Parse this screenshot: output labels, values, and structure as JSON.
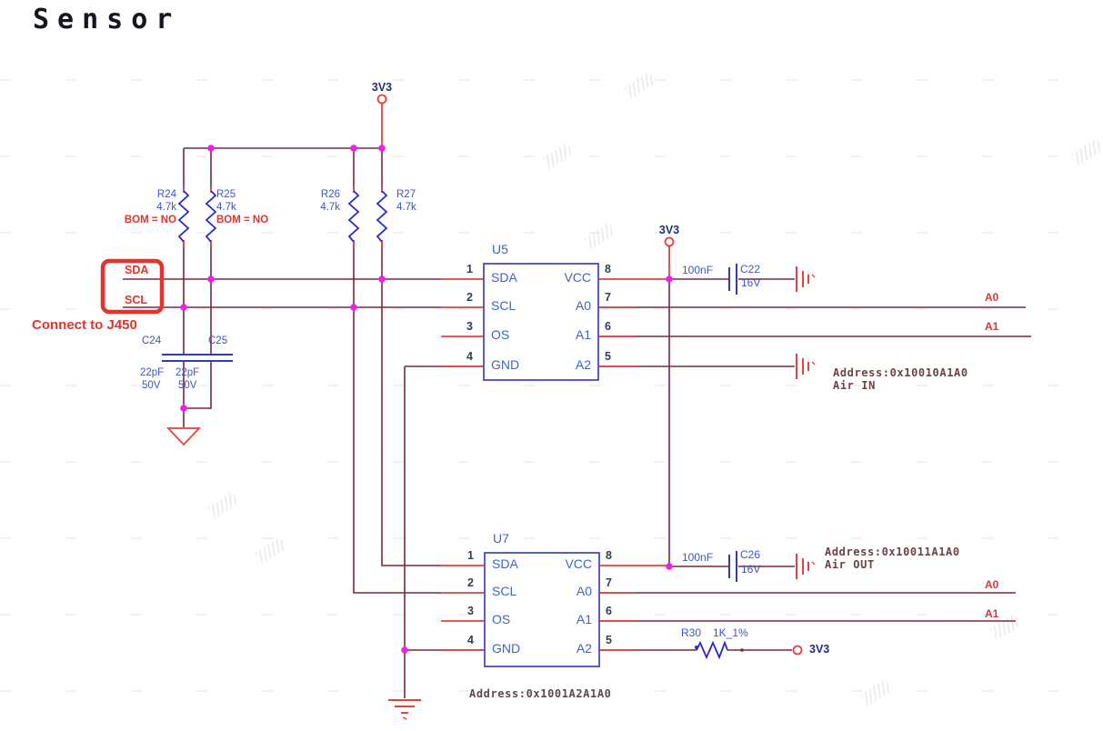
{
  "title": "Sensor",
  "power_labels": {
    "top": "3V3",
    "mid": "3V3",
    "r30": "3V3"
  },
  "connector": {
    "sda": "SDA",
    "scl": "SCL",
    "note": "Connect to J450"
  },
  "resistors": {
    "r24": {
      "ref": "R24",
      "value": "4.7k",
      "bom": "BOM = NO"
    },
    "r25": {
      "ref": "R25",
      "value": "4.7k",
      "bom": "BOM = NO"
    },
    "r26": {
      "ref": "R26",
      "value": "4.7k"
    },
    "r27": {
      "ref": "R27",
      "value": "4.7k"
    },
    "r30": {
      "ref": "R30",
      "value": "1K_1%"
    }
  },
  "capacitors": {
    "c24": {
      "ref": "C24",
      "value": "22pF",
      "voltage": "50V"
    },
    "c25": {
      "ref": "C25",
      "value": "22pF",
      "voltage": "50V"
    },
    "c22": {
      "ref": "C22",
      "value": "100nF",
      "voltage": "16V"
    },
    "c26": {
      "ref": "C26",
      "value": "100nF",
      "voltage": "16V"
    }
  },
  "ics": {
    "u5": {
      "ref": "U5",
      "left_pins": [
        {
          "num": "1",
          "name": "SDA"
        },
        {
          "num": "2",
          "name": "SCL"
        },
        {
          "num": "3",
          "name": "OS"
        },
        {
          "num": "4",
          "name": "GND"
        }
      ],
      "right_pins": [
        {
          "num": "8",
          "name": "VCC"
        },
        {
          "num": "7",
          "name": "A0"
        },
        {
          "num": "6",
          "name": "A1"
        },
        {
          "num": "5",
          "name": "A2"
        }
      ],
      "address": "Address:0x10010A1A0",
      "tag": "Air IN"
    },
    "u7": {
      "ref": "U7",
      "left_pins": [
        {
          "num": "1",
          "name": "SDA"
        },
        {
          "num": "2",
          "name": "SCL"
        },
        {
          "num": "3",
          "name": "OS"
        },
        {
          "num": "4",
          "name": "GND"
        }
      ],
      "right_pins": [
        {
          "num": "8",
          "name": "VCC"
        },
        {
          "num": "7",
          "name": "A0"
        },
        {
          "num": "6",
          "name": "A1"
        },
        {
          "num": "5",
          "name": "A2"
        }
      ],
      "address": "Address:0x10011A1A0",
      "tag": "Air OUT",
      "address2": "Address:0x1001A2A1A0"
    }
  },
  "net_labels": {
    "u5_a0": "A0",
    "u5_a1": "A1",
    "u7_a0": "A0",
    "u7_a1": "A1"
  },
  "colors": {
    "wire": "#7e2737",
    "pin_wire": "#e8413c",
    "junction": "#ee1fee",
    "component": "#2929cc",
    "ic_outline": "#4a4ac0",
    "highlight_box": "#e8312a"
  }
}
